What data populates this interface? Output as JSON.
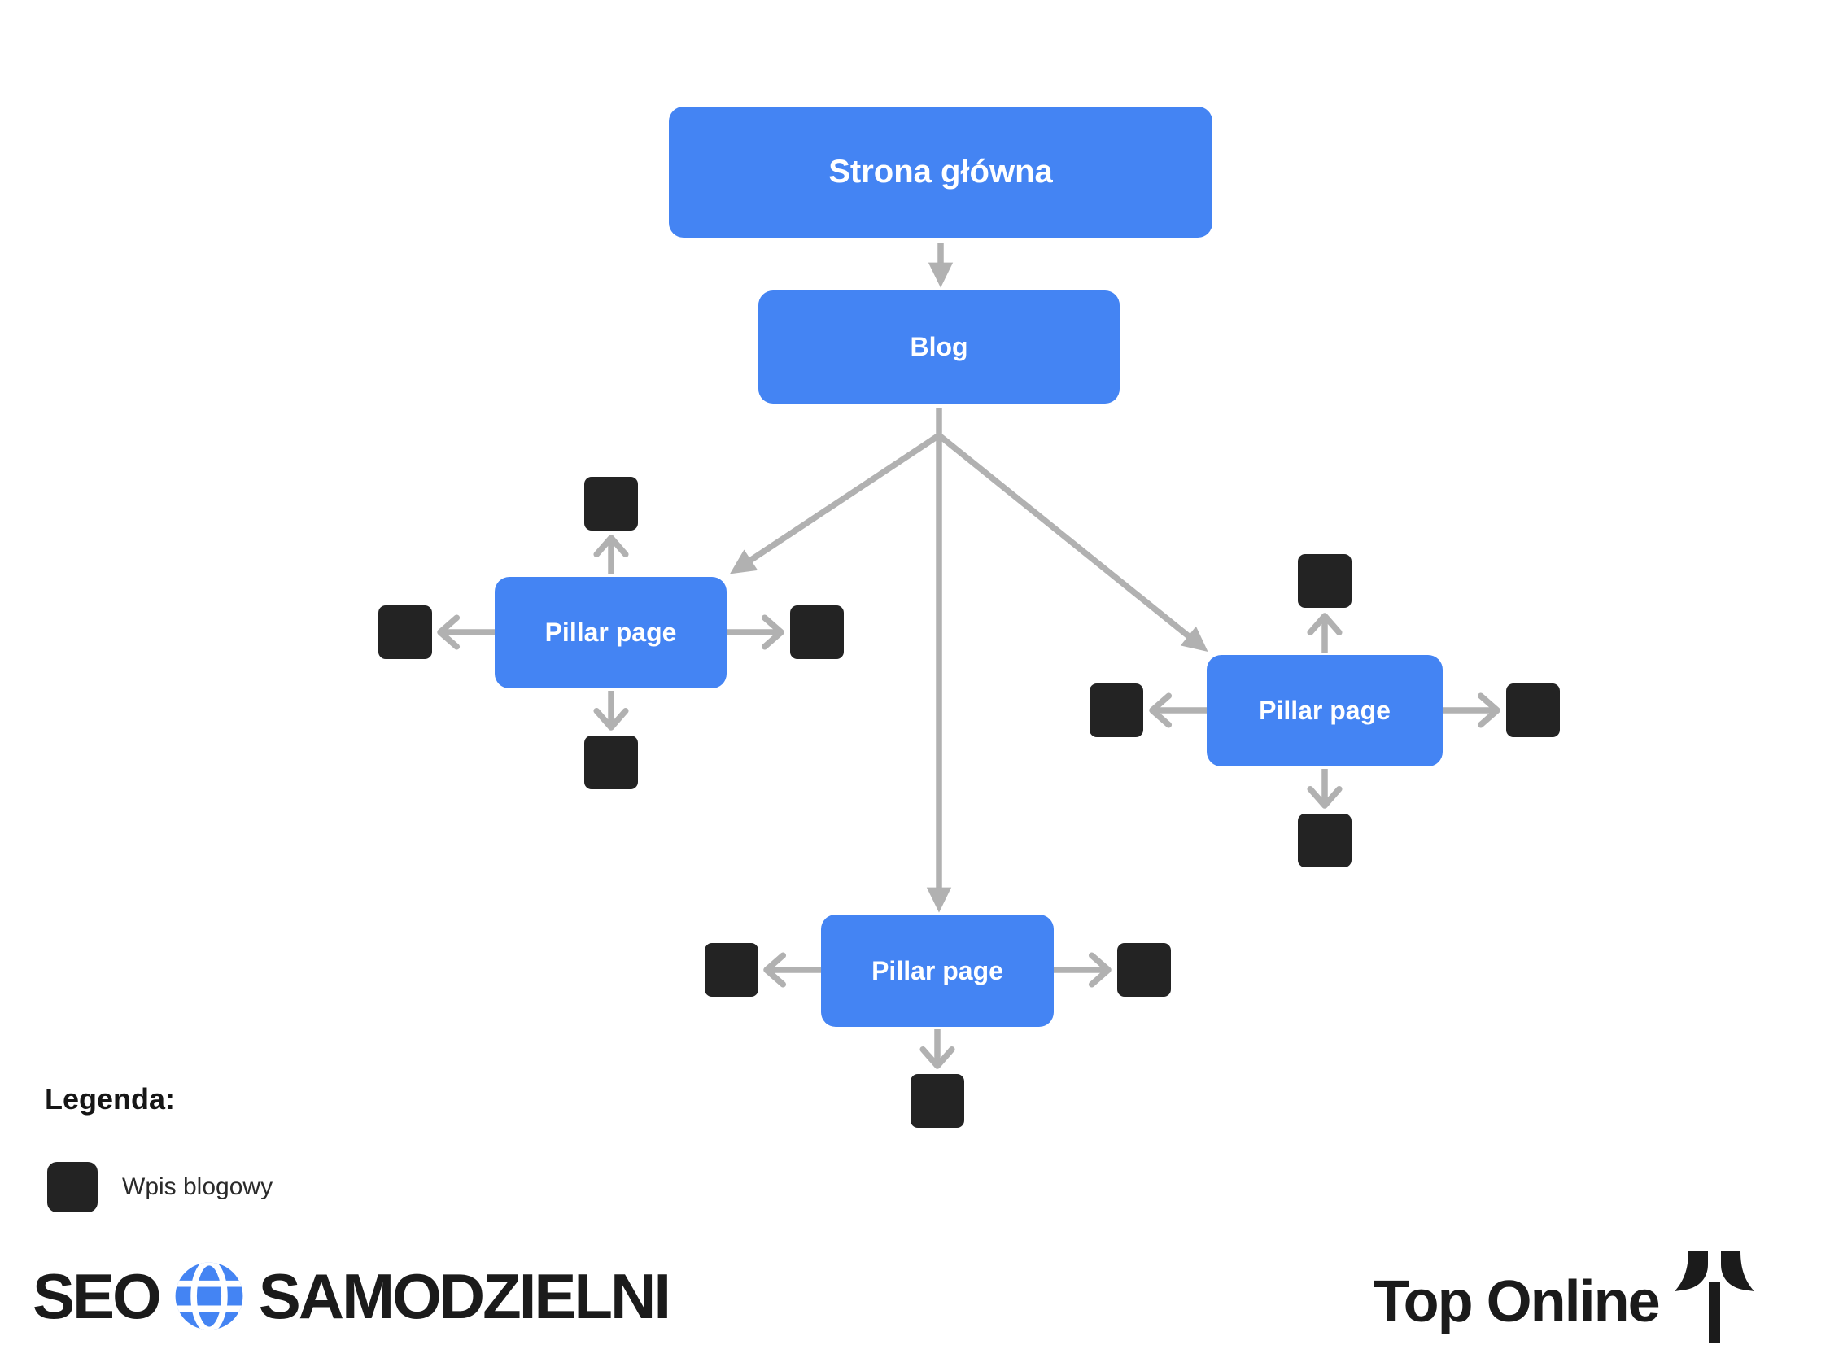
{
  "diagram": {
    "nodes": {
      "home": {
        "label": "Strona główna"
      },
      "blog": {
        "label": "Blog"
      },
      "pillar_left": {
        "label": "Pillar page"
      },
      "pillar_right": {
        "label": "Pillar page"
      },
      "pillar_bottom": {
        "label": "Pillar page"
      }
    },
    "square_meaning": "Wpis blogowy"
  },
  "legend": {
    "title": "Legenda:",
    "items": [
      {
        "swatch": "blog-post-square",
        "label": "Wpis blogowy"
      }
    ]
  },
  "footer": {
    "left_logo": {
      "text_before": "SEO",
      "icon": "globe-icon",
      "text_after": "SAMODZIELNI"
    },
    "right_logo": {
      "text": "Top Online",
      "icon": "top-online-arrow-icon"
    }
  },
  "colors": {
    "accent_blue": "#4484f3",
    "square_black": "#232323",
    "arrow_gray": "#b1b1b1",
    "text_dark": "#1b1b1b",
    "background": "#ffffff"
  }
}
